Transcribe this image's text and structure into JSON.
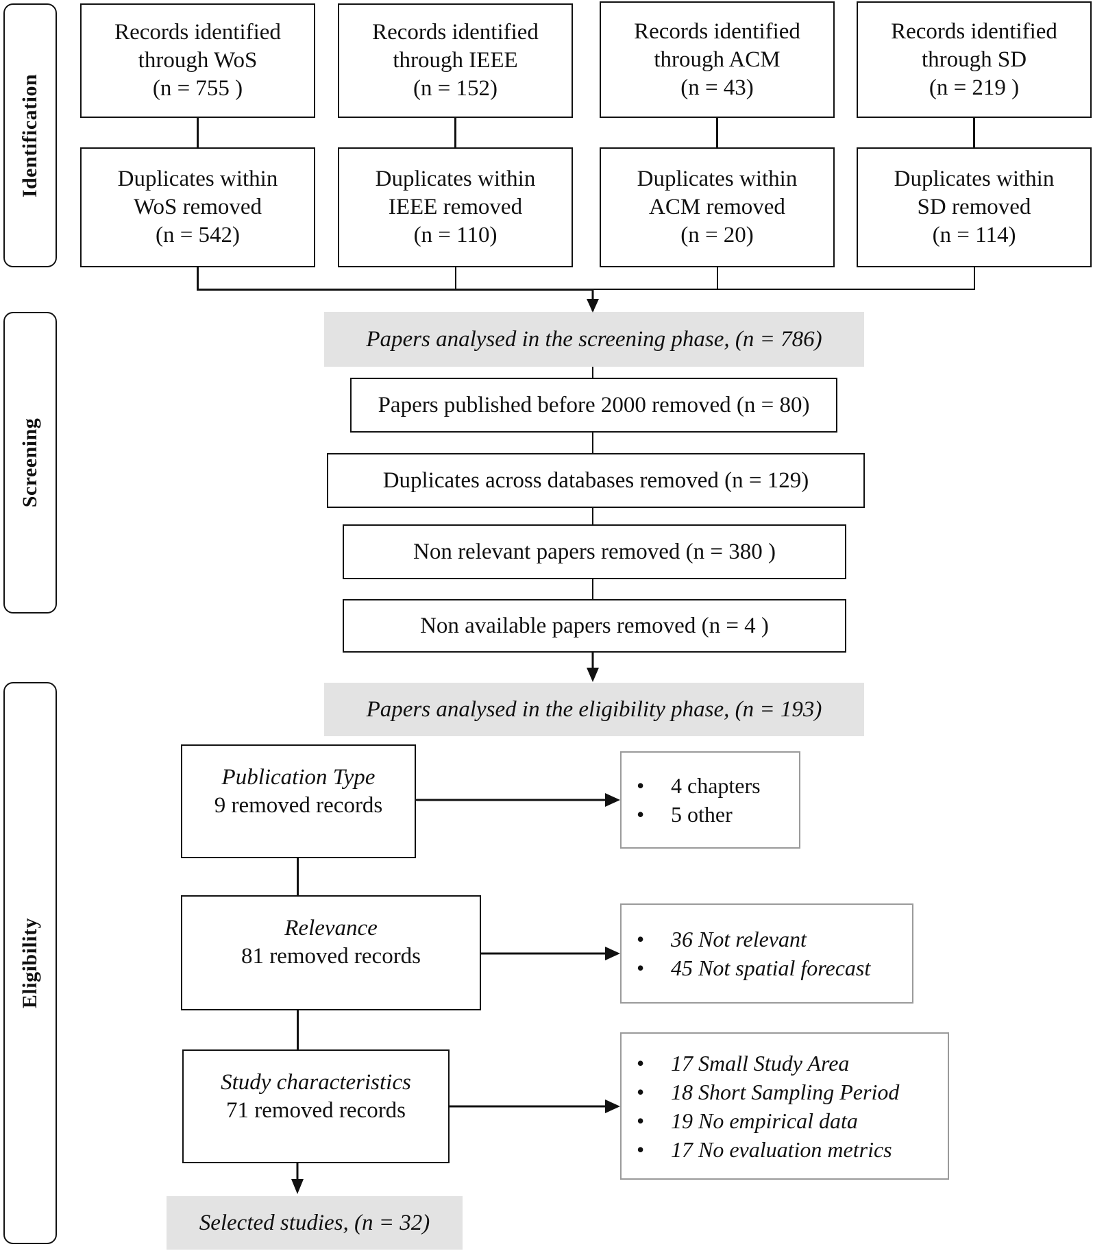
{
  "phases": {
    "identification": "Identification",
    "screening": "Screening",
    "eligibility": "Eligibility"
  },
  "sources": [
    {
      "line1": "Records identified",
      "line2": "through WoS",
      "line3": "(n = 755 )"
    },
    {
      "line1": "Records identified",
      "line2": "through IEEE",
      "line3": "(n = 152)"
    },
    {
      "line1": "Records identified",
      "line2": "through ACM",
      "line3": "(n = 43)"
    },
    {
      "line1": "Records identified",
      "line2": "through SD",
      "line3": "(n = 219 )"
    }
  ],
  "duplicates": [
    {
      "line1": "Duplicates within",
      "line2": "WoS removed",
      "line3": "(n = 542)"
    },
    {
      "line1": "Duplicates within",
      "line2": "IEEE removed",
      "line3": "(n = 110)"
    },
    {
      "line1": "Duplicates within",
      "line2": "ACM removed",
      "line3": "(n = 20)"
    },
    {
      "line1": "Duplicates within",
      "line2": "SD removed",
      "line3": "(n = 114)"
    }
  ],
  "screening": {
    "analysed": "Papers analysed in the screening phase, (n = 786)",
    "steps": [
      "Papers published before 2000 removed (n = 80)",
      "Duplicates across databases removed (n = 129)",
      "Non relevant papers removed (n = 380 )",
      "Non available papers removed (n = 4 )"
    ]
  },
  "eligibility": {
    "analysed": "Papers analysed in the eligibility phase, (n = 193)",
    "criteria": [
      {
        "title": "Publication Type",
        "removed": "9 removed records",
        "bullet": "•",
        "reasons": [
          "4 chapters",
          "5 other"
        ]
      },
      {
        "title": "Relevance",
        "removed": "81 removed records",
        "bullet": "•",
        "reasons": [
          "36 Not relevant",
          "45 Not spatial forecast"
        ]
      },
      {
        "title": "Study characteristics",
        "removed": "71 removed records",
        "bullet": "•",
        "reasons": [
          "17 Small Study Area",
          "18 Short Sampling Period",
          "19 No empirical data",
          "17 No evaluation metrics"
        ]
      }
    ],
    "selected": "Selected studies, (n = 32)"
  }
}
